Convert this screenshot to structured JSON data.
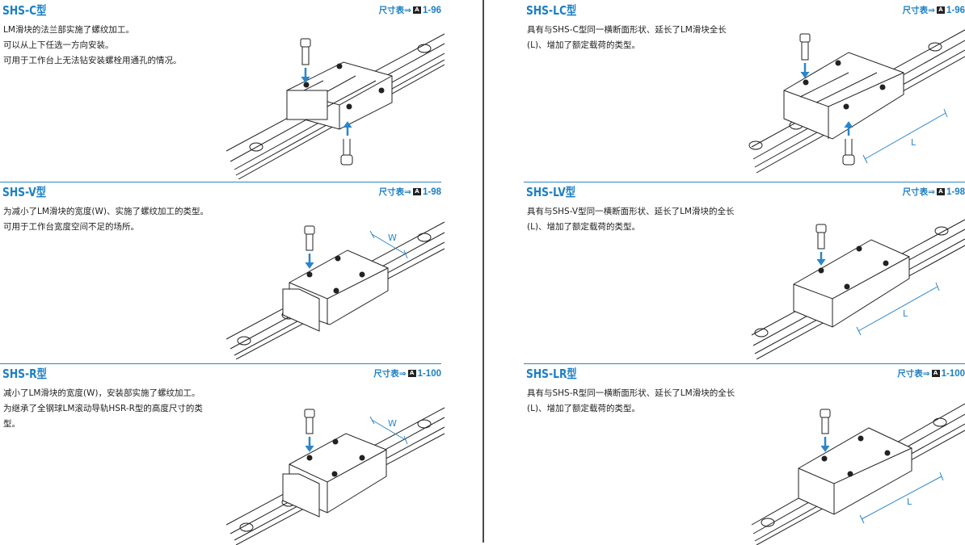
{
  "accent_color": "#1c7fc4",
  "sections": [
    {
      "title": "SHS-C型",
      "ref_prefix": "尺寸表⇒",
      "ref_book": "A",
      "ref_page": "1-96",
      "lines": [
        "LM滑块的法兰部实施了螺纹加工。",
        "可以从上下任选一方向安装。",
        "可用于工作台上无法钻安装螺栓用通孔的情况。"
      ],
      "figure": "linear-guide-flange-block",
      "dimension_label": ""
    },
    {
      "title": "SHS-V型",
      "ref_prefix": "尺寸表⇒",
      "ref_book": "A",
      "ref_page": "1-98",
      "lines": [
        "为减小了LM滑块的宽度(W)、实施了螺纹加工的类型。",
        "可用于工作台宽度空间不足的场所。"
      ],
      "figure": "linear-guide-narrow-block",
      "dimension_label": "W"
    },
    {
      "title": "SHS-R型",
      "ref_prefix": "尺寸表⇒",
      "ref_book": "A",
      "ref_page": "1-100",
      "lines": [
        "减小了LM滑块的宽度(W)，安装部实施了螺纹加工。",
        "为继承了全钢球LM滚动导轨HSR-R型的高度尺寸的类型。"
      ],
      "figure": "linear-guide-tall-block",
      "dimension_label": "W"
    },
    {
      "title": "SHS-LC型",
      "ref_prefix": "尺寸表⇒",
      "ref_book": "A",
      "ref_page": "1-96",
      "lines": [
        "具有与SHS-C型同一横断面形状、延长了LM滑块全长(L)、增加了额定载荷的类型。"
      ],
      "figure": "linear-guide-long-flange-block",
      "dimension_label": "L"
    },
    {
      "title": "SHS-LV型",
      "ref_prefix": "尺寸表⇒",
      "ref_book": "A",
      "ref_page": "1-98",
      "lines": [
        "具有与SHS-V型同一横断面形状、延长了LM滑块的全长(L)、增加了额定载荷的类型。"
      ],
      "figure": "linear-guide-long-narrow-block",
      "dimension_label": "L"
    },
    {
      "title": "SHS-LR型",
      "ref_prefix": "尺寸表⇒",
      "ref_book": "A",
      "ref_page": "1-100",
      "lines": [
        "具有与SHS-R型同一横断面形状、延长了LM滑块的全长(L)、增加了额定载荷的类型。"
      ],
      "figure": "linear-guide-long-tall-block",
      "dimension_label": "L"
    }
  ]
}
